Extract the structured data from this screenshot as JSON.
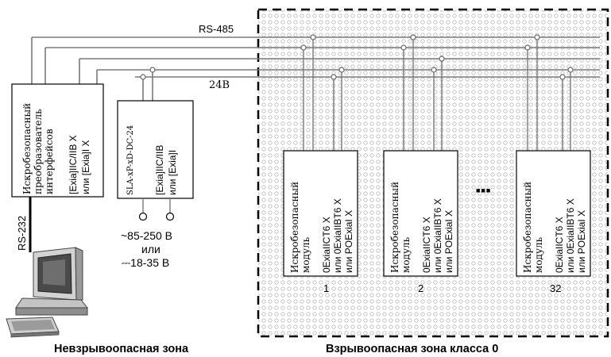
{
  "bus": {
    "rs485": "RS-485",
    "v24": "24В"
  },
  "rs232": "RS-232",
  "converter": {
    "line1": "Искробезопасный",
    "line2": "преобразователь",
    "line3": "интерфейсов",
    "cert1": "[Exia]IIC/IIB X",
    "cert2": "или [Exia]I X"
  },
  "psu": {
    "model": "SLA-xP-xD-DC-24",
    "cert1": "[Exia]IIC/IIB",
    "cert2": "или [Exia]I",
    "v_ac": "~85-250 В",
    "or": "или",
    "v_dc": "⎓18-35 В"
  },
  "module": {
    "line1": "Искробезопасный",
    "line2": "модуль",
    "cert1": "0ExiaIICT6 X",
    "cert2": "или 0ExiaIIBT6 X",
    "cert3": "или POExiaI X"
  },
  "modules": [
    {
      "number": "1"
    },
    {
      "number": "2"
    },
    {
      "number": "32"
    }
  ],
  "ellipsis": "■■■",
  "zones": {
    "safe": "Невзрывоопасная зона",
    "hazardous": "Взрывоопасная зона класса 0"
  }
}
